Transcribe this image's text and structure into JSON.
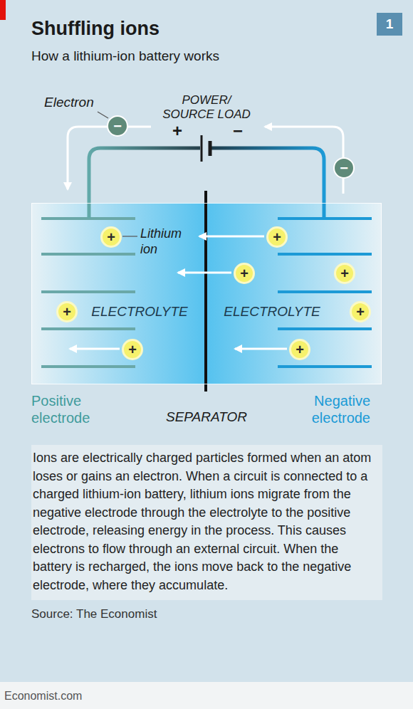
{
  "diagram": {
    "title": "Shuffling ions",
    "caption": "Ions are electrically charged particles formed when an atom loses or gains an electron. When a circuit is connected to a charged lithium-ion battery, lithium ions migrate from the negative electrode through the electrolyte to the positive electrode, releasing energy in the process. This causes electrons to flow through an external circuit. When the battery is recharged, the ions move back to the negative electrode, where they accumulate.",
    "nodes": [
      {
        "text": [
          "1"
        ]
      },
      {
        "text": [
          "−"
        ]
      },
      {
        "text": [
          "−"
        ]
      },
      {
        "text": [
          "ELECTROLYTE",
          "ELECTROLYTE"
        ]
      },
      {
        "text": [
          "+"
        ],
        "in": 3
      },
      {
        "text": [
          "+"
        ],
        "in": 3
      },
      {
        "text": [
          "+"
        ],
        "in": 3
      },
      {
        "text": [
          "+"
        ],
        "in": 3
      },
      {
        "text": [
          "+"
        ],
        "in": 3
      },
      {
        "text": [
          "+"
        ],
        "in": 3
      },
      {
        "text": [
          "+"
        ],
        "in": 3
      },
      {
        "text": [
          "+"
        ],
        "in": 3
      }
    ],
    "labels": [
      "How a lithium-ion battery works",
      "Electron",
      "POWER/ SOURCE LOAD",
      "+",
      "−",
      "Lithium ion",
      "Positive electrode",
      "SEPARATOR",
      "Negative electrode",
      "Source: The Economist",
      "Economist.com"
    ]
  }
}
